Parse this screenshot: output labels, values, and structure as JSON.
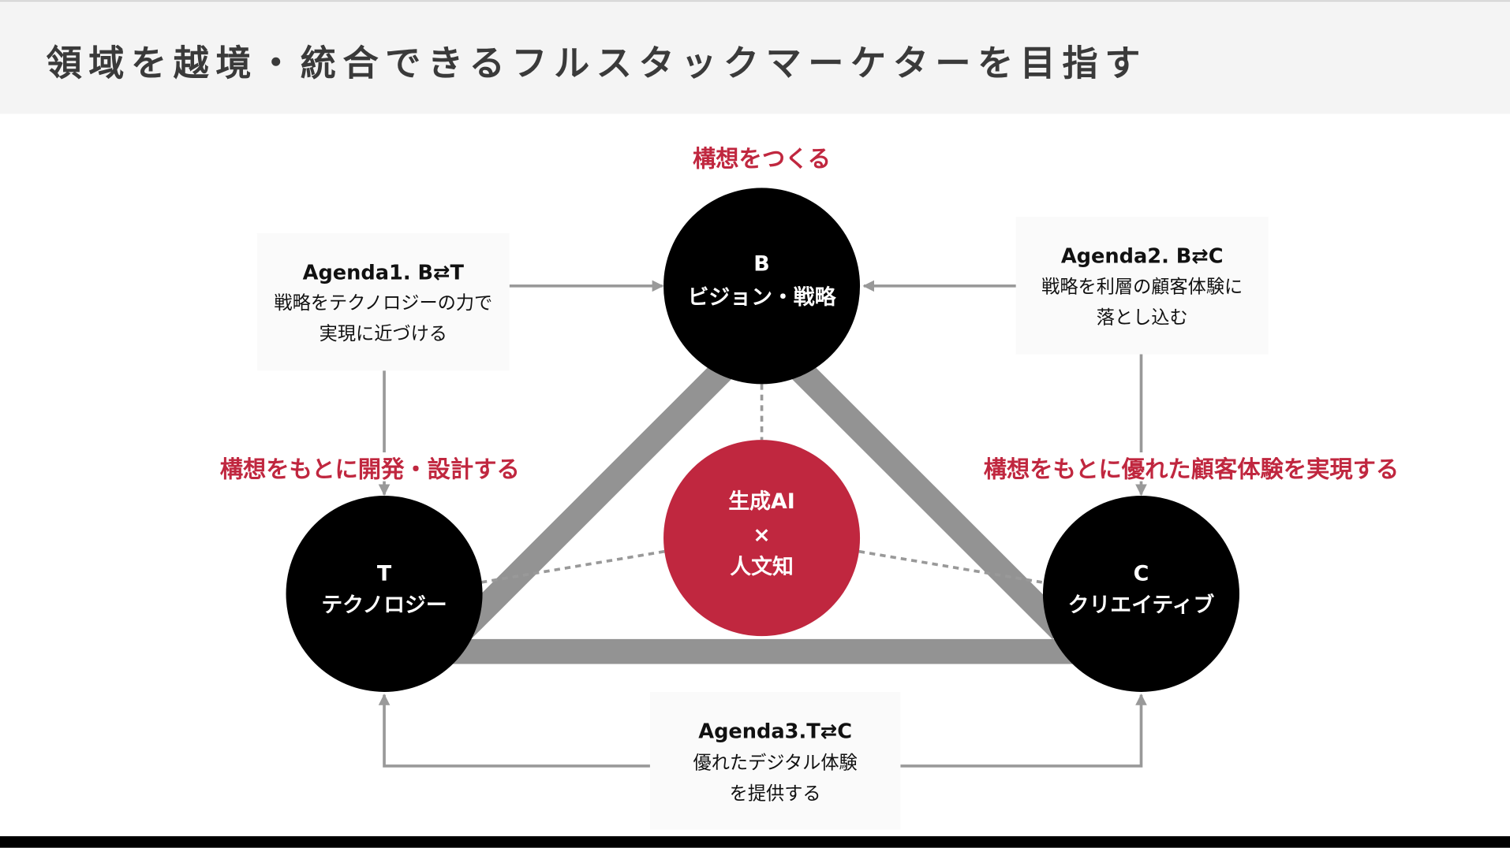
{
  "header": {
    "title": "領域を越境・統合できるフルスタックマーケターを目指す"
  },
  "labels": {
    "top": "構想をつくる",
    "left": "構想をもとに開発・設計する",
    "right": "構想をもとに優れた顧客体験を実現する"
  },
  "nodes": {
    "b": {
      "letter": "B",
      "name": "ビジョン・戦略"
    },
    "t": {
      "letter": "T",
      "name": "テクノロジー"
    },
    "c": {
      "letter": "C",
      "name": "クリエイティブ"
    },
    "center": {
      "line1": "生成AI",
      "line2": "×",
      "line3": "人文知"
    }
  },
  "agendas": [
    {
      "title": "Agenda1. B⇄T",
      "lines": [
        "戦略をテクノロジーの力で",
        "実現に近づける"
      ]
    },
    {
      "title": "Agenda2. B⇄C",
      "lines": [
        "戦略を利層の顧客体験に",
        "落とし込む"
      ]
    },
    {
      "title": "Agenda3.T⇄C",
      "lines": [
        "優れたデジタル体験",
        "を提供する"
      ]
    }
  ],
  "colors": {
    "accent": "#c0273f",
    "node": "#000000",
    "connector": "#939393",
    "header_bg": "#f4f4f4"
  }
}
